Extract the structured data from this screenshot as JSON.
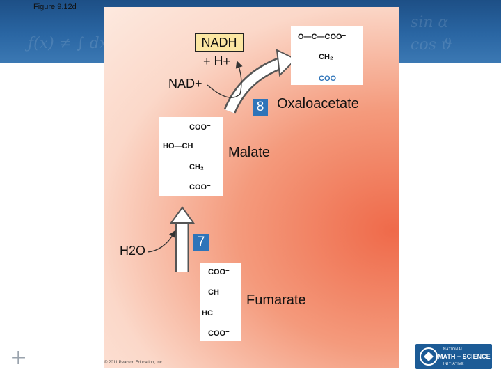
{
  "figure_label": "Figure 9.12d",
  "copyright": "© 2011 Pearson Education, Inc.",
  "logo": {
    "line1": "NATIONAL",
    "line2": "MATH + SCIENCE",
    "line3": "INITIATIVE"
  },
  "cofactors": {
    "nadh": "NADH",
    "h_plus": "+ H+",
    "nad_plus": "NAD+",
    "water": "H2O"
  },
  "steps": {
    "step7": "7",
    "step8": "8"
  },
  "molecules": {
    "oxaloacetate": {
      "name": "Oxaloacetate",
      "line1": "O—C—COO⁻",
      "line2": "CH₂",
      "line3": "COO⁻"
    },
    "malate": {
      "name": "Malate",
      "line1": "COO⁻",
      "line2": "HO—CH",
      "line3": "CH₂",
      "line4": "COO⁻"
    },
    "fumarate": {
      "name": "Fumarate",
      "line1": "COO⁻",
      "line2": "CH",
      "line3": "HC",
      "line4": "COO⁻"
    }
  },
  "colors": {
    "panel_hot": "#ef6a4a",
    "panel_light": "#fde9df",
    "step_badge": "#2e74b9",
    "nadh_box": "#fbe6a2",
    "carbon_blue": "#2e74b9"
  }
}
